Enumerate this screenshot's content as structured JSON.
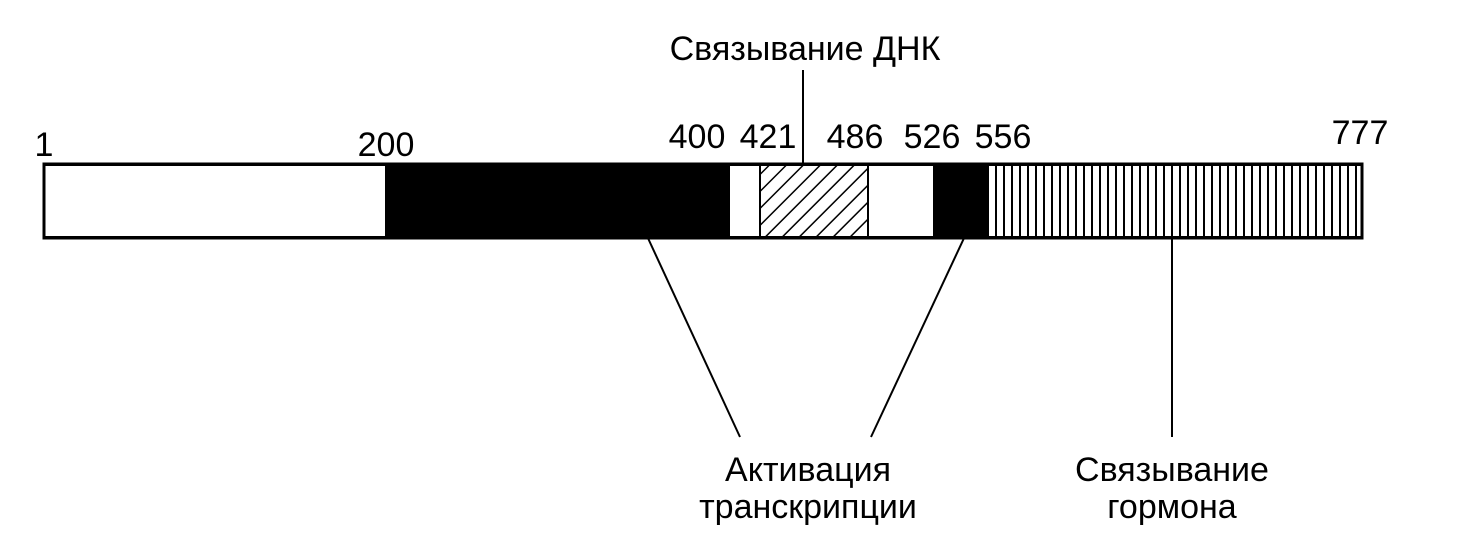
{
  "domain": {
    "title": "",
    "positions": [
      "1",
      "200",
      "400",
      "421",
      "486",
      "526",
      "556",
      "777"
    ],
    "segments": [
      {
        "start": 1,
        "end": 200,
        "fill": "white"
      },
      {
        "start": 200,
        "end": 400,
        "fill": "solid"
      },
      {
        "start": 400,
        "end": 421,
        "fill": "white"
      },
      {
        "start": 421,
        "end": 486,
        "fill": "hatch"
      },
      {
        "start": 486,
        "end": 526,
        "fill": "white"
      },
      {
        "start": 526,
        "end": 556,
        "fill": "solid"
      },
      {
        "start": 556,
        "end": 777,
        "fill": "vstripes"
      }
    ],
    "annotations": {
      "dna_binding": "Связывание ДНК",
      "activation_line1": "Активация",
      "activation_line2": "транскрипции",
      "hormone_line1": "Связывание",
      "hormone_line2": "гормона"
    }
  },
  "colors": {
    "ink": "#000000",
    "paper": "#ffffff"
  }
}
